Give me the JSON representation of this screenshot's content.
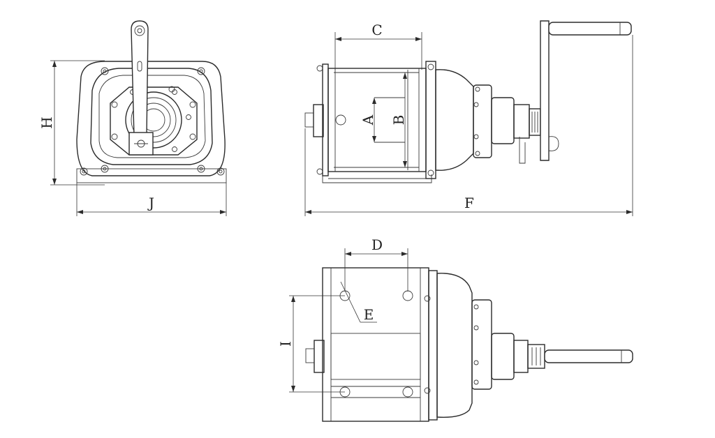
{
  "labels": {
    "A": "A",
    "B": "B",
    "C": "C",
    "D": "D",
    "E": "E",
    "F": "F",
    "H": "H",
    "I": "I",
    "J": "J"
  }
}
